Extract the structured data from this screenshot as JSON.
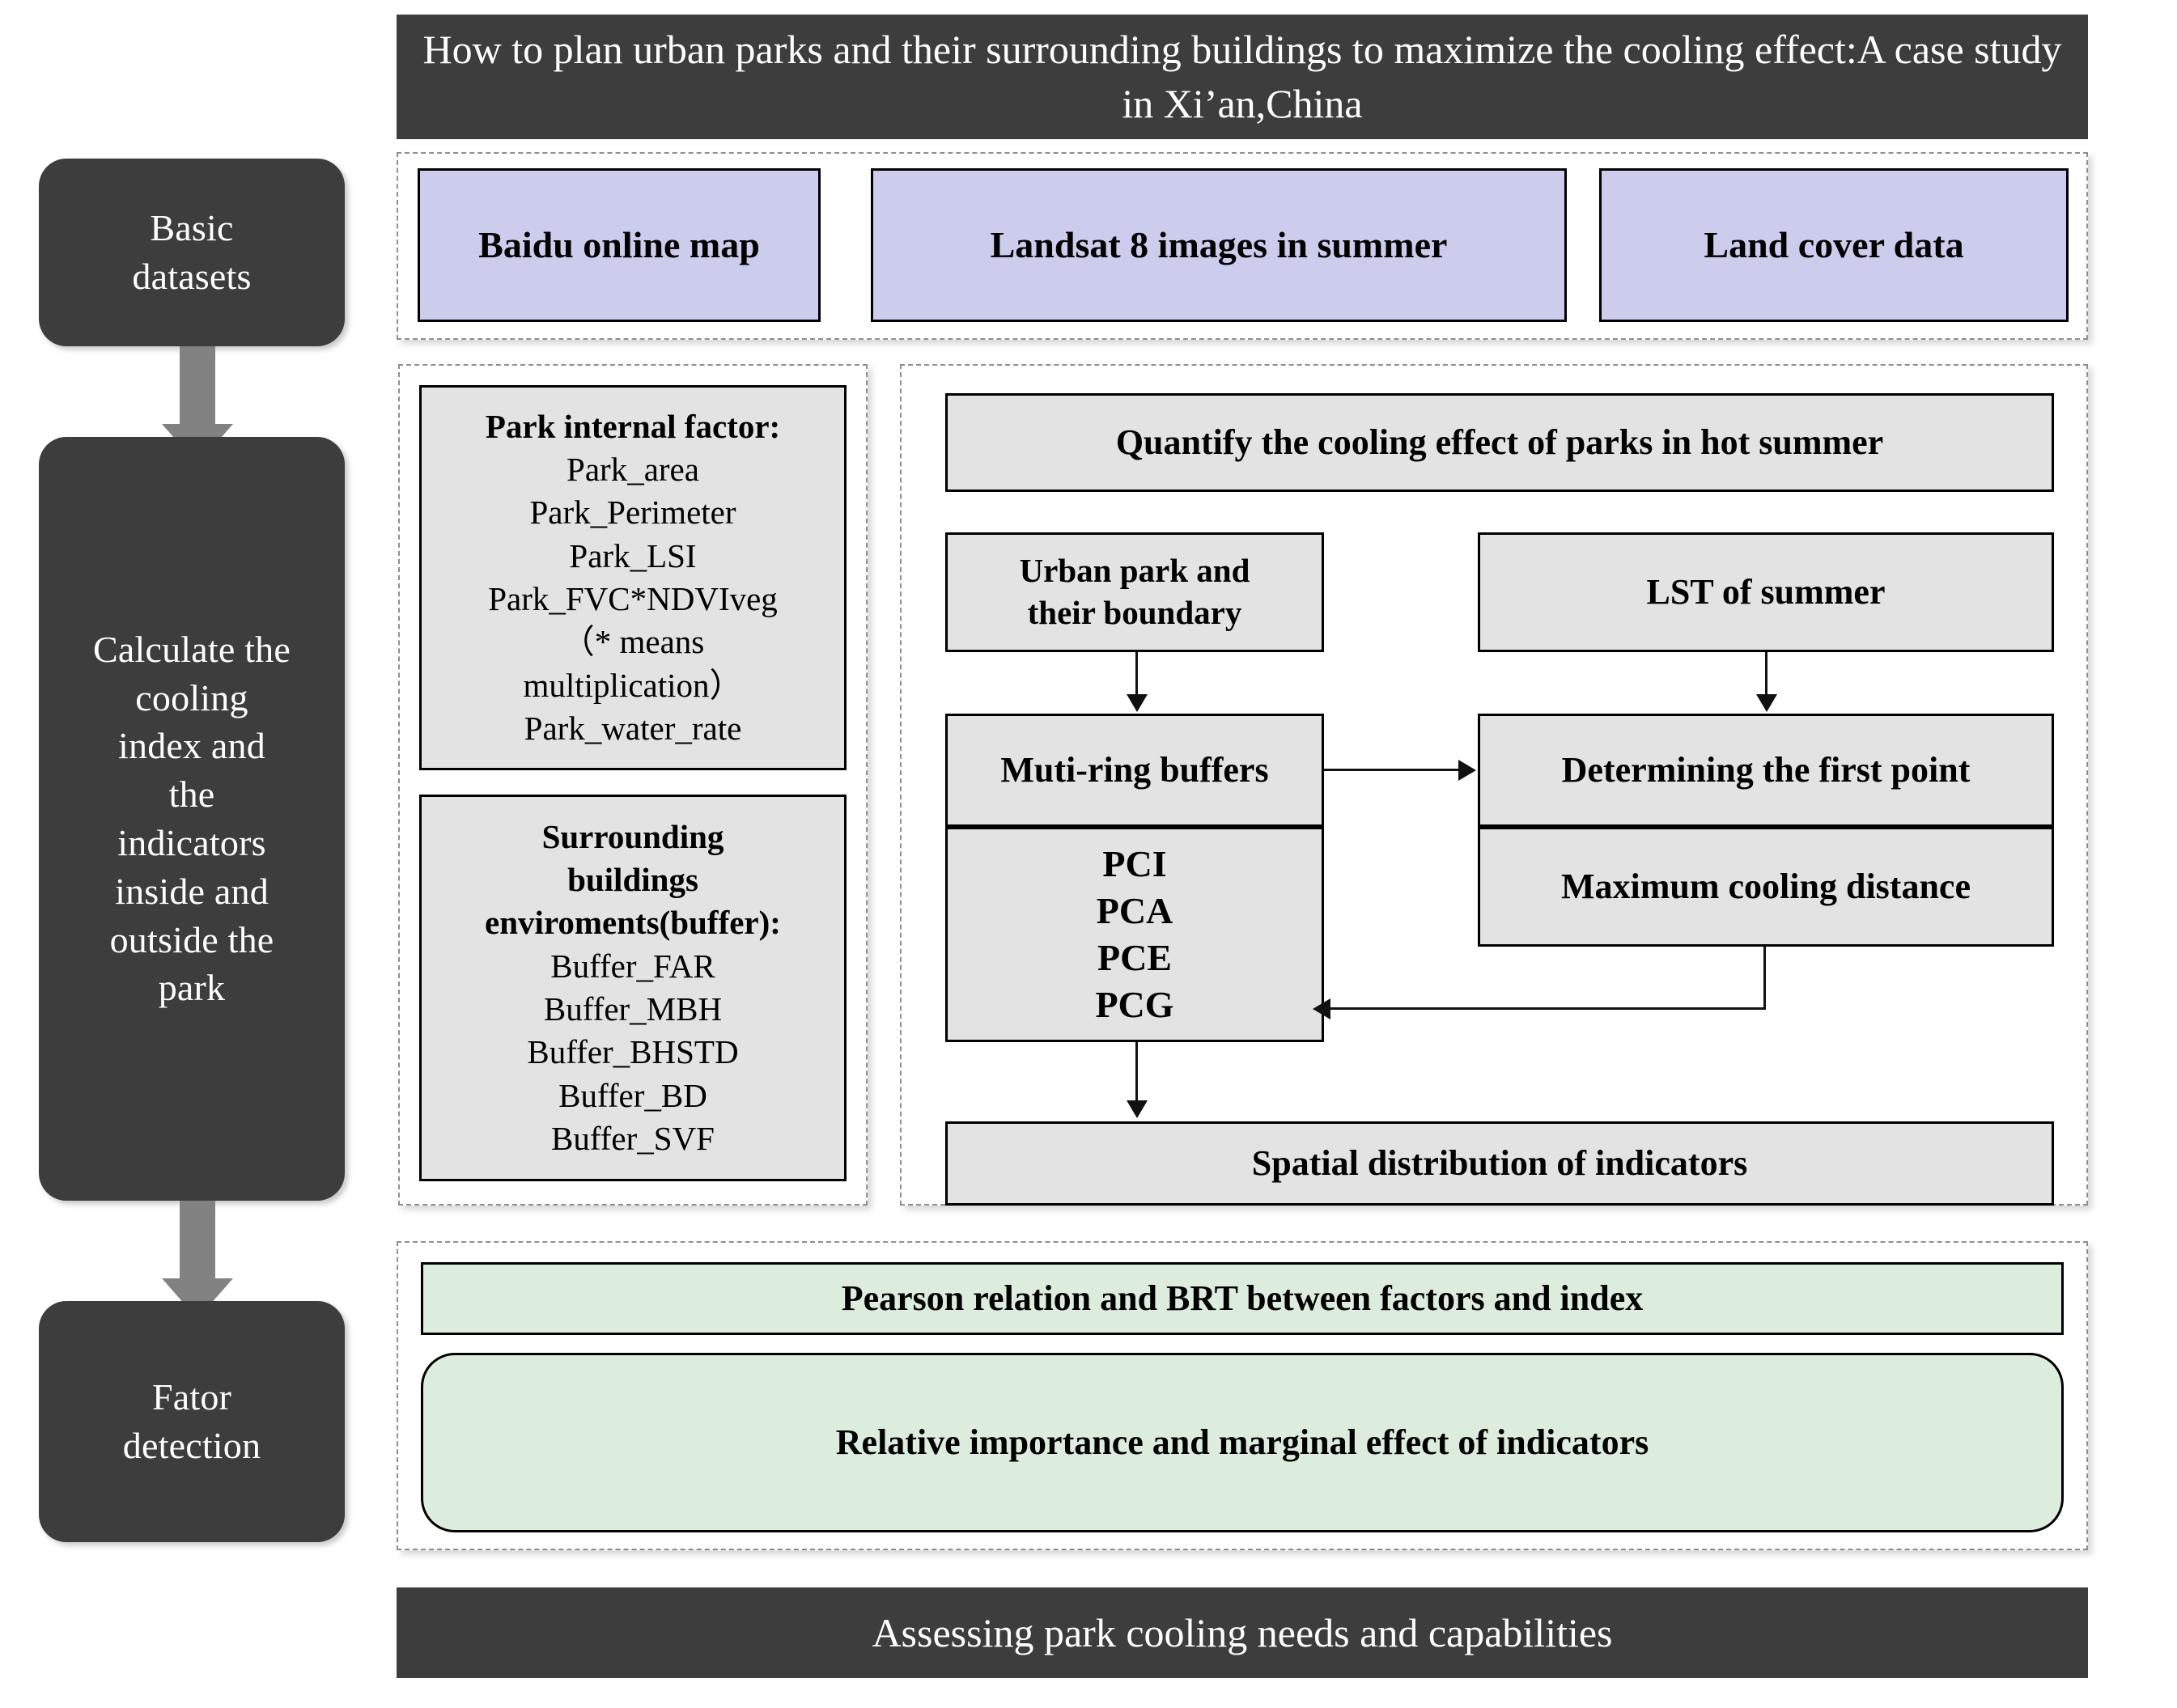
{
  "title": {
    "text": "How to plan urban parks and their surrounding buildings to maximize the cooling effect:A case study in Xi’an,China"
  },
  "footer": {
    "text": "Assessing park cooling needs and capabilities"
  },
  "stages": [
    {
      "label": "Basic\ndatasets"
    },
    {
      "label": "Calculate the\ncooling\nindex and\nthe\nindicators\ninside and\noutside the\npark"
    },
    {
      "label": "Fator\ndetection"
    }
  ],
  "datasets": {
    "items": [
      {
        "label": "Baidu online map"
      },
      {
        "label": "Landsat 8 images in summer"
      },
      {
        "label": "Land cover data"
      }
    ]
  },
  "factors": {
    "internal": {
      "title": "Park internal factor:",
      "items": "Park_area\nPark_Perimeter\nPark_LSI\nPark_FVC*NDVIveg\n（* means\nmultiplication）\nPark_water_rate"
    },
    "buildings": {
      "title": "Surrounding\nbuildings\nenviroments(buffer):",
      "items": "Buffer_FAR\nBuffer_MBH\nBuffer_BHSTD\nBuffer_BD\nBuffer_SVF"
    }
  },
  "process": {
    "header": "Quantify the cooling effect of parks in hot summer",
    "park_boundary": "Urban park and\ntheir boundary",
    "lst": "LST of summer",
    "buffers": "Muti-ring buffers",
    "first_point": "Determining the first point",
    "indices": "PCI\nPCA\nPCE\nPCG",
    "max_distance": "Maximum cooling distance",
    "spatial": "Spatial distribution of indicators"
  },
  "detection": {
    "pearson": "Pearson relation and BRT between factors and index",
    "relative": "Relative importance and marginal effect of indicators"
  },
  "colors": {
    "dark": "#3d3d3d",
    "purple": "#ccccec",
    "gray": "#e3e3e3",
    "green": "#dcecdd",
    "arrow_gray": "#828282"
  }
}
